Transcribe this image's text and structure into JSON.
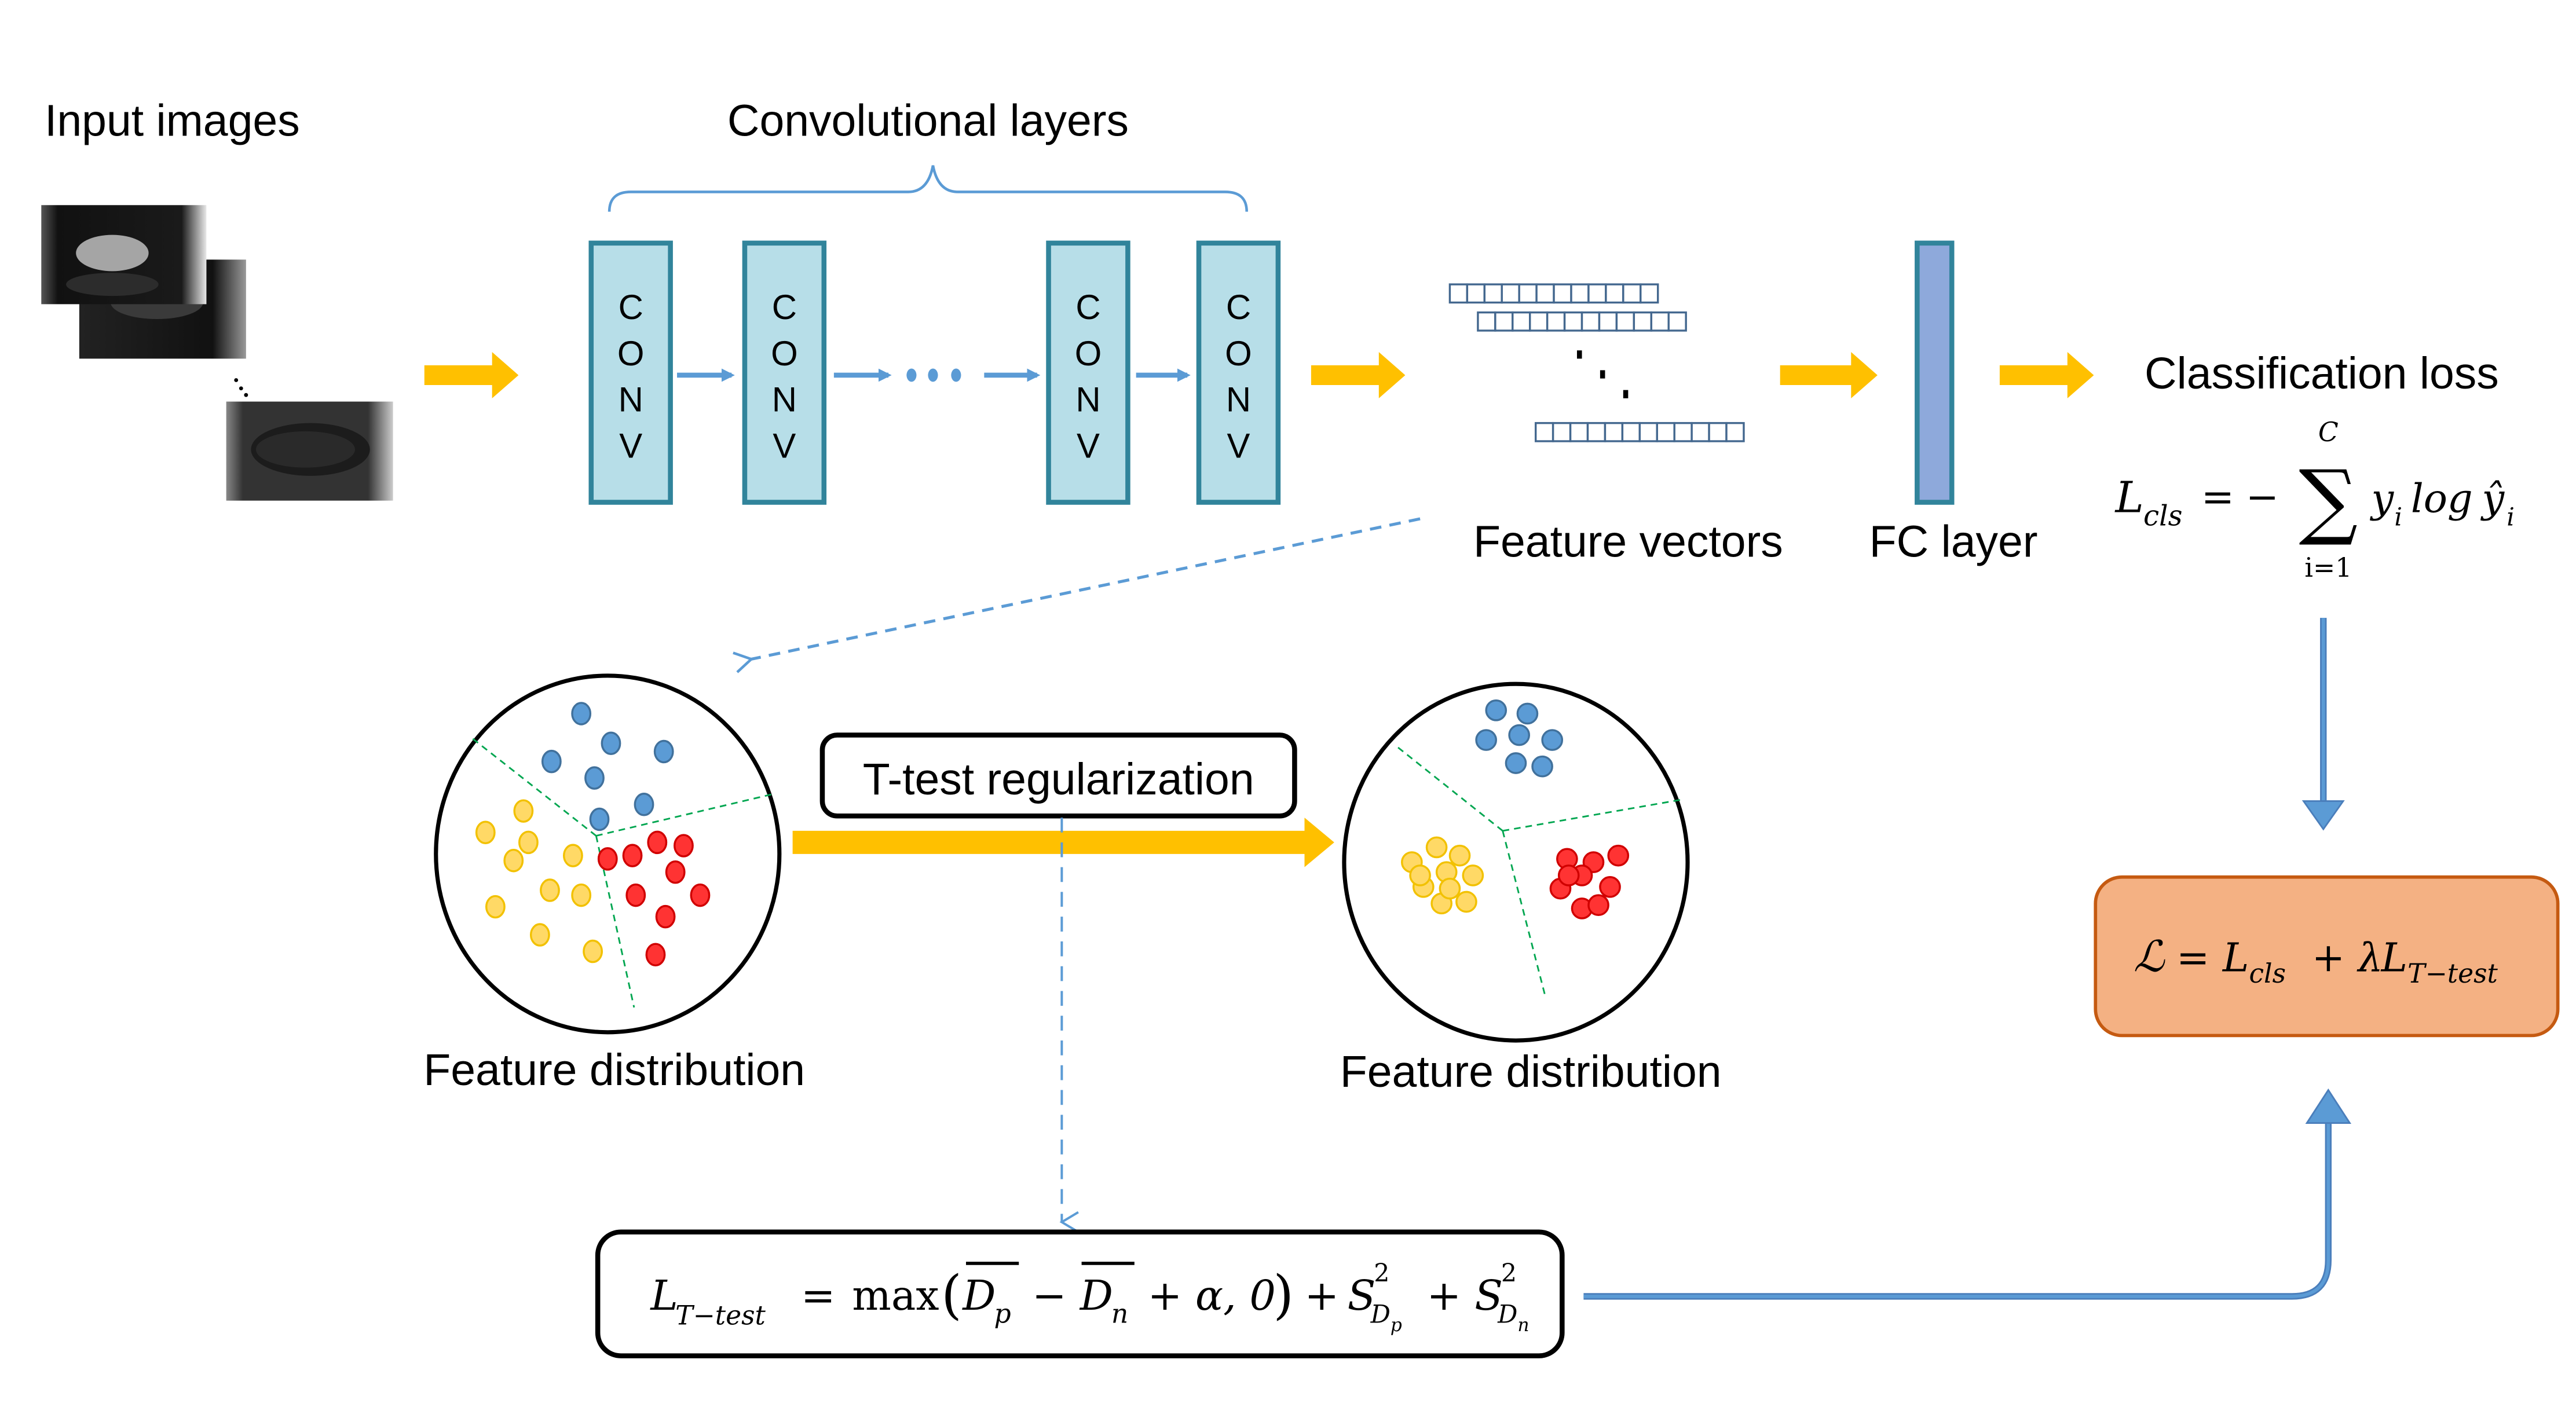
{
  "diagram": {
    "input": {
      "label": "Input images",
      "ellipsis": "⋱",
      "image_count_shown": 3
    },
    "conv": {
      "label": "Convolutional layers",
      "blocks": [
        {
          "letters": [
            "C",
            "O",
            "N",
            "V"
          ]
        },
        {
          "letters": [
            "C",
            "O",
            "N",
            "V"
          ]
        },
        {
          "letters": [
            "C",
            "O",
            "N",
            "V"
          ]
        },
        {
          "letters": [
            "C",
            "O",
            "N",
            "V"
          ]
        }
      ],
      "ellipsis": "•••"
    },
    "features": {
      "label": "Feature vectors",
      "vector_cells": 12,
      "vector_count_shown": 3,
      "ellipsis": "⋱"
    },
    "fc": {
      "label": "FC layer"
    },
    "cls_loss": {
      "title": "Classification loss",
      "formula": {
        "lhs": "L",
        "lhs_sub": "cls",
        "eq": "=",
        "minus": "−",
        "sum": "∑",
        "sum_upper": "C",
        "sum_lower": "i=1",
        "term1": "y",
        "term1_sub": "i",
        "log": "log",
        "term2": "ŷ",
        "term2_sub": "i"
      }
    },
    "dist_before": {
      "label": "Feature distribution",
      "clusters": {
        "blue": 7,
        "yellow": 10,
        "red": 9
      }
    },
    "regularization": {
      "label": "T-test regularization"
    },
    "dist_after": {
      "label": "Feature distribution",
      "clusters": {
        "blue": 7,
        "yellow": 10,
        "red": 9
      }
    },
    "ttest_loss": {
      "lhs": "L",
      "lhs_sub": "T−test",
      "eq": "=",
      "max": "max",
      "d_p": "D",
      "d_p_sub": "p",
      "minus": "−",
      "d_n": "D",
      "d_n_sub": "n",
      "plus_alpha": "+ α, 0",
      "plus": "+",
      "s": "S",
      "sq": "2",
      "s1_sub": "D",
      "s1_subsub": "p",
      "s2_sub": "D",
      "s2_subsub": "n"
    },
    "total_loss": {
      "script_l": "ℒ",
      "eq": "=",
      "l_cls": "L",
      "l_cls_sub": "cls",
      "plus": "+",
      "lambda": "λ",
      "l_t": "L",
      "l_t_sub": "T−test"
    }
  },
  "colors": {
    "arrow_orange": "#FFC000",
    "blue_arrow": "#5B9BD5",
    "conv_fill": "#B7DEE8",
    "conv_stroke": "#31849B",
    "fc_fill": "#8EA9DB",
    "vector_stroke": "#44688F",
    "dot_blue": "#5B9BD5",
    "dot_yellow": "#FFD966",
    "dot_red": "#FF3333",
    "total_fill": "#F4B183",
    "total_stroke": "#C55A11",
    "divider_green": "#00A650"
  }
}
